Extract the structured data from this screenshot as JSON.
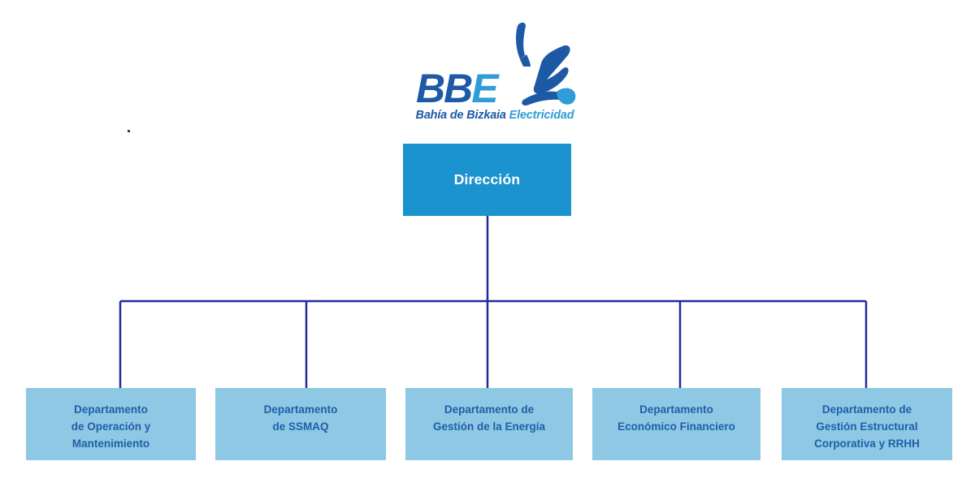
{
  "logo": {
    "wordmark_primary": "BB",
    "wordmark_accent": "E",
    "tagline_primary": "Bahía de Bizkaia",
    "tagline_accent": " Electricidad"
  },
  "org": {
    "root": {
      "label": "Dirección"
    },
    "departments": [
      {
        "label": "Departamento\nde Operación y\nMantenimiento"
      },
      {
        "label": "Departamento\nde SSMAQ"
      },
      {
        "label": "Departamento de\nGestión de la Energía"
      },
      {
        "label": "Departamento\nEconómico Financiero"
      },
      {
        "label": "Departamento de\nGestión Estructural\nCorporativa y RRHH"
      }
    ]
  },
  "colors": {
    "root_box_fill": "#1B93CE",
    "root_box_text": "#FFFFFF",
    "dept_box_fill": "#8EC8E4",
    "dept_box_text": "#1E5FA8",
    "connector": "#202C9D",
    "logo_primary": "#1E59A6",
    "logo_accent": "#2F9DD7"
  }
}
